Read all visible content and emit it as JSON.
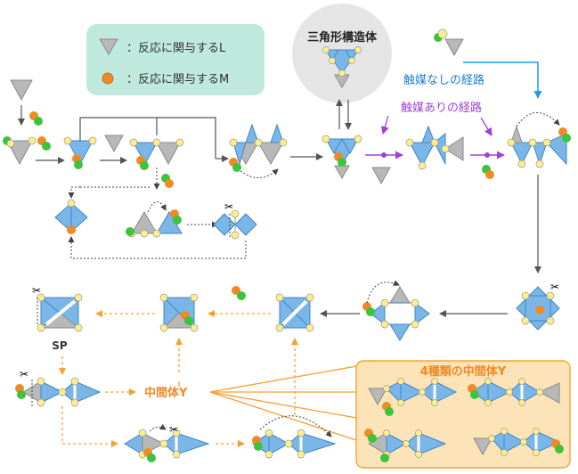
{
  "legend": {
    "ligand_label": "：反応に関与するL",
    "metal_label": "：反応に関与するM"
  },
  "top_circle_label": "三角形構造体",
  "path_labels": {
    "uncatalyzed": "触媒なしの経路",
    "catalyzed": "触媒ありの経路"
  },
  "sp_label": "SP",
  "intermediate_label": "中間体Y",
  "intermediate_box_title": "4種類の中間体Y",
  "colors": {
    "blue_tri": "#7ab7e8",
    "blue_stroke": "#3f86c4",
    "gray_tri": "#b8b8b8",
    "yellow_node": "#ffef8a",
    "orange_metal": "#f08a24",
    "green_metal": "#3cc43c",
    "uncat_arrow": "#1a9ef0",
    "cat_arrow": "#a040d8",
    "orange_arrow": "#f5a030",
    "legend_bg": "#bfe9dc",
    "circle_bg": "#e5e5e5",
    "box_bg": "#fde3b8",
    "box_border": "#f2a53a"
  }
}
